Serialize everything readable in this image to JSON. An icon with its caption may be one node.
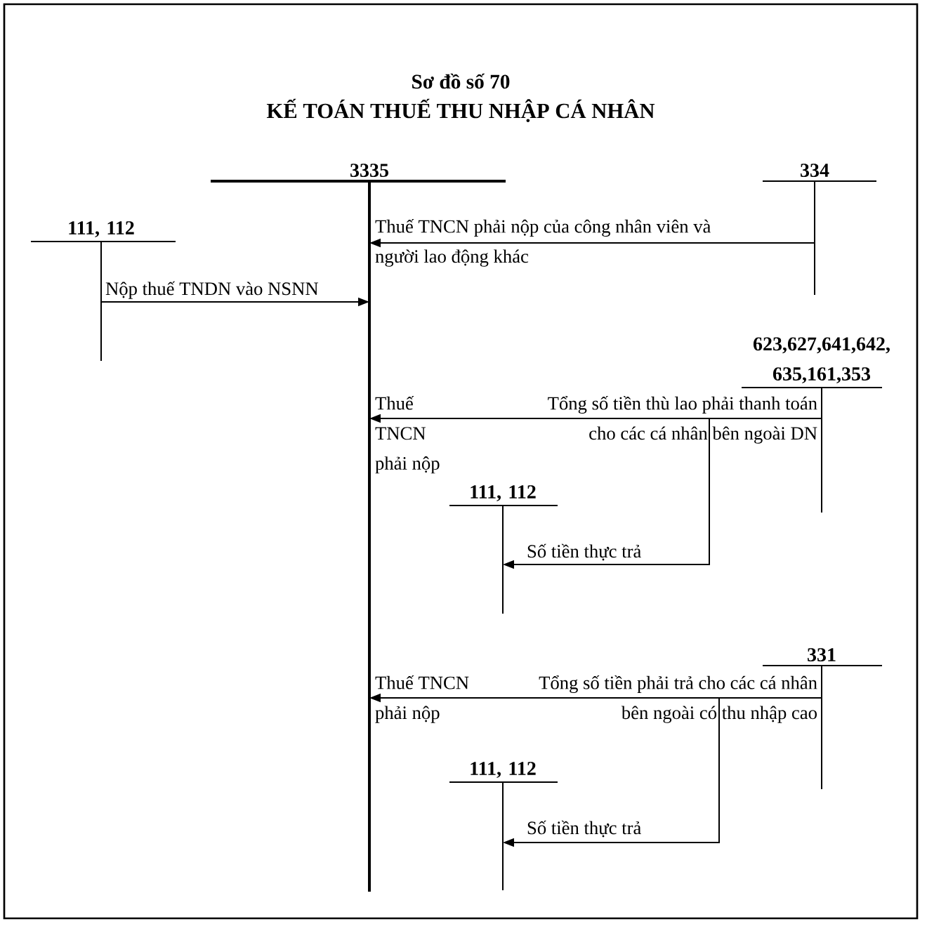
{
  "diagram": {
    "title": "KẾ TOÁN THUẾ THU NHẬP CÁ NHÂN",
    "nodes": [
      {
        "text": [
          "3335"
        ]
      },
      {
        "text": [
          "334"
        ]
      },
      {
        "text": [
          "111, 112"
        ]
      },
      {
        "text": [
          "623,627,641,642, 635,161,353"
        ]
      },
      {
        "text": [
          "111, 112"
        ]
      },
      {
        "text": [
          "331"
        ]
      },
      {
        "text": [
          "111, 112"
        ]
      }
    ],
    "edges": [
      {
        "from": 1,
        "to": 0,
        "arrow": "to",
        "label": "Thuế TNCN phải nộp của công nhân viên và người lao động khác"
      },
      {
        "from": 2,
        "to": 0,
        "arrow": "to",
        "label": "Nộp thuế TNDN vào NSNN"
      },
      {
        "from": 3,
        "to": 0,
        "arrow": "to",
        "label": "Tổng số tiền thù lao phải thanh toán cho các cá nhân bên ngoài DN"
      },
      {
        "from": 3,
        "to": 4,
        "arrow": "to",
        "label": "Số tiền thực trả"
      },
      {
        "from": 5,
        "to": 0,
        "arrow": "to",
        "label": "Tổng số tiền phải trả cho các cá nhân bên ngoài có thu nhập cao"
      },
      {
        "from": 5,
        "to": 6,
        "arrow": "to",
        "label": "Số tiền thực trả"
      }
    ],
    "labels": [
      "Sơ đồ số 70",
      "Thuế TNCN phải nộp",
      "Thuế TNCN phải nộp"
    ]
  }
}
